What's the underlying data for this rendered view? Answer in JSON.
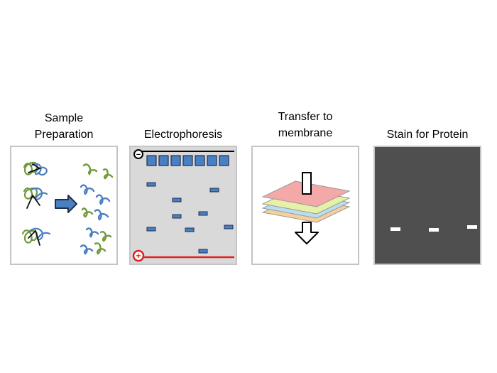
{
  "steps": [
    {
      "id": "sample-preparation",
      "title_lines": [
        "Sample",
        "Preparation"
      ]
    },
    {
      "id": "electrophoresis",
      "title_lines": [
        "Electrophoresis"
      ],
      "electrodes": {
        "negative": "−",
        "positive": "+"
      }
    },
    {
      "id": "transfer",
      "title_lines": [
        "Transfer to",
        "membrane"
      ]
    },
    {
      "id": "stain",
      "title_lines": [
        "Stain for Protein"
      ]
    }
  ],
  "colors": {
    "protein_green": "#6f9a3a",
    "protein_blue": "#4a7fc1",
    "band_blue": "#4a7fc1",
    "gel_gray": "#d9d9d9",
    "positive_red": "#e02020",
    "membrane_stack": [
      "#f4a9a8",
      "#e6f0a8",
      "#b8dff0",
      "#f8cf9c"
    ],
    "stain_background": "#4f4f4f",
    "stain_band": "#ffffff"
  }
}
